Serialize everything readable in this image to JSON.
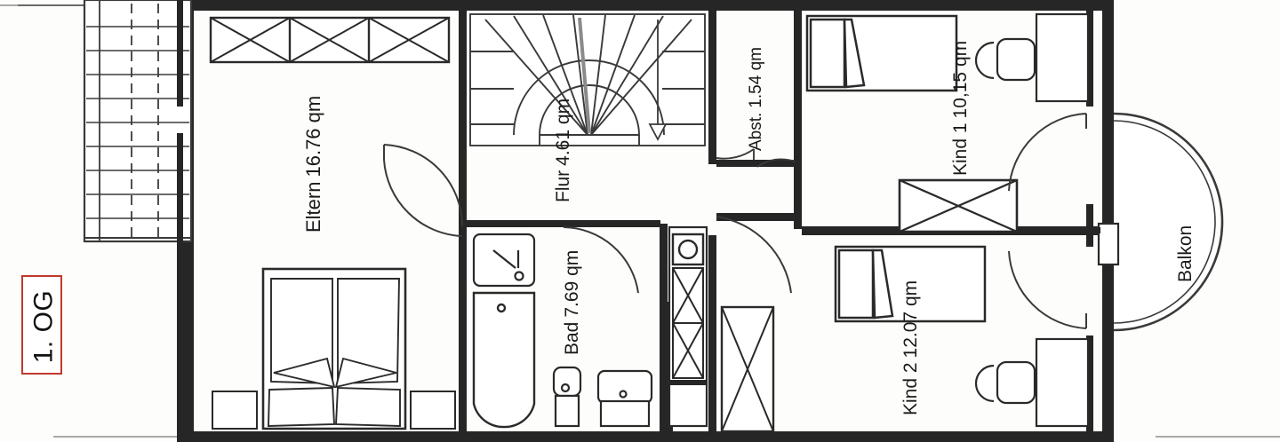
{
  "document": {
    "type": "architectural-floor-plan",
    "style": "scanned black-and-white line drawing",
    "floor_tag": "1. OG",
    "floor_tag_border_color": "#c0392b",
    "ink_color": "#1a1a1a",
    "paper_color": "#fdfdfb"
  },
  "rooms": [
    {
      "id": "eltern",
      "name": "Eltern",
      "area": "16.76",
      "unit": "qm",
      "label_text": "Eltern 16.76 qm"
    },
    {
      "id": "flur",
      "name": "Flur",
      "area": "4.61",
      "unit": "qm",
      "label_text": "Flur 4.61 qm"
    },
    {
      "id": "abst",
      "name": "Abst.",
      "area": "1.54",
      "unit": "qm",
      "label_text": "Abst. 1.54 qm"
    },
    {
      "id": "bad",
      "name": "Bad",
      "area": "7.69",
      "unit": "qm",
      "label_text": "Bad 7.69 qm"
    },
    {
      "id": "kind1",
      "name": "Kind 1",
      "area": "10,15",
      "unit": "qm",
      "label_text": "Kind 1 10,15 qm"
    },
    {
      "id": "kind2",
      "name": "Kind 2",
      "area": "12.07",
      "unit": "qm",
      "label_text": "Kind 2 12.07 qm"
    },
    {
      "id": "balkon",
      "name": "Balkon",
      "area": "",
      "unit": "",
      "label_text": "Balkon"
    }
  ],
  "fixtures": {
    "staircase": "U-shaped winder staircase with down arrow",
    "wardrobe_eltern": "three-section built-in wardrobe",
    "bed_eltern": "double bed with two pillows and two nightstands",
    "bathtub": "bathtub",
    "shower": "shower tray",
    "toilet": "wc",
    "sink": "washbasin",
    "chimney": "chimney flue with circular duct",
    "bed_kind1": "single bed with pillow",
    "bed_kind2": "single bed with pillow",
    "desk_kind1": "desk with chair",
    "desk_kind2": "desk with chair",
    "wardrobe_divider": "wardrobe on partition wall",
    "closet_kind2": "built-in closet",
    "exterior_stair": "exterior stair run with dashed centerlines",
    "balcony": "semicircular balcony"
  }
}
